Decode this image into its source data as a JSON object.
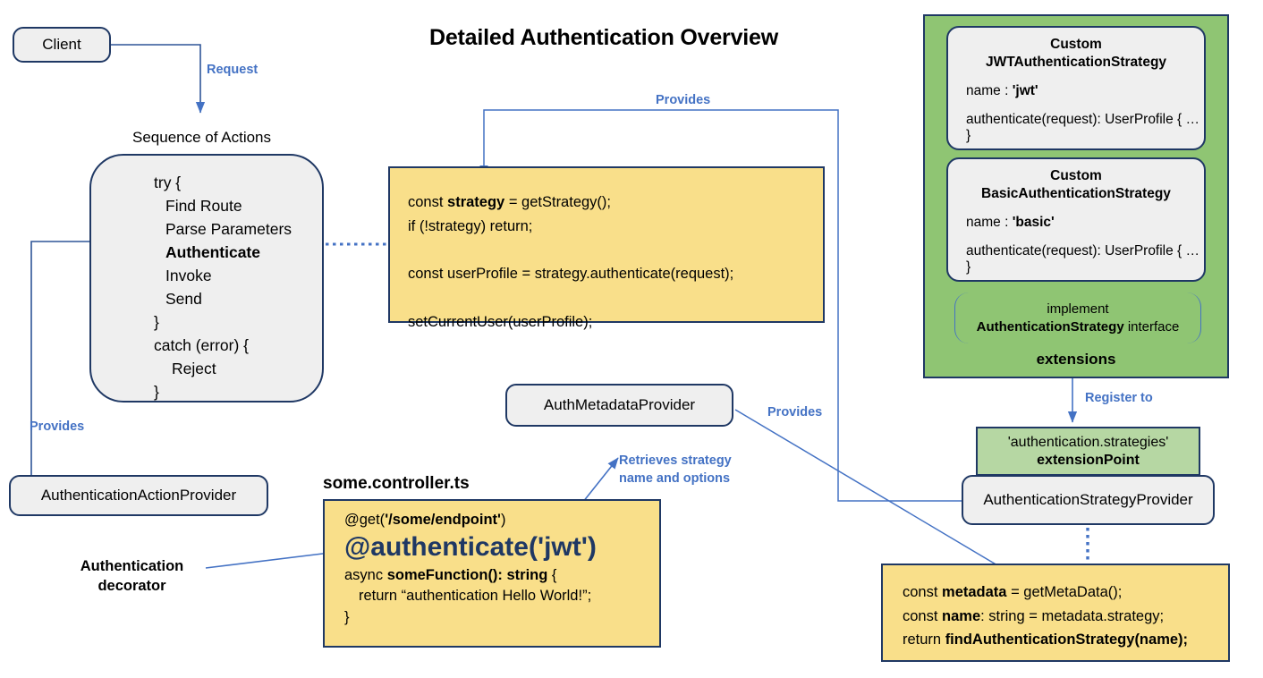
{
  "title": "Detailed Authentication Overview",
  "nodes": {
    "client": "Client",
    "sequence_label": "Sequence of Actions",
    "sequence_steps": [
      "try {",
      "Find Route",
      "Parse Parameters",
      "Authenticate",
      "Invoke",
      "Send",
      "}",
      "catch (error) {",
      "Reject",
      "}"
    ],
    "auth_action_provider": "AuthenticationActionProvider",
    "auth_metadata_provider": "AuthMetadataProvider",
    "strategy_provider": "AuthenticationStrategyProvider",
    "extension_point_name": "'authentication.strategies'",
    "extension_point_kind": "extensionPoint",
    "extensions_word": "extensions",
    "implement_line1": "implement",
    "implement_line2_bold": "AuthenticationStrategy",
    "implement_line2_rest": " interface"
  },
  "strategies": [
    {
      "title_line1": "Custom",
      "title_line2": "JWTAuthenticationStrategy",
      "name_label": "name : ",
      "name_value": "'jwt'",
      "method": "authenticate(request): UserProfile { … }"
    },
    {
      "title_line1": "Custom",
      "title_line2": "BasicAuthenticationStrategy",
      "name_label": "name : ",
      "name_value": "'basic'",
      "method": "authenticate(request): UserProfile { … }"
    }
  ],
  "code_blocks": {
    "strategy_flow": {
      "lines": [
        {
          "pre": "const ",
          "bold": "strategy",
          "post": " = getStrategy();"
        },
        {
          "pre": "if (!strategy) return;",
          "bold": "",
          "post": ""
        },
        {
          "pre": "",
          "bold": "",
          "post": ""
        },
        {
          "pre": "const userProfile = strategy.authenticate(request);",
          "bold": "",
          "post": ""
        },
        {
          "pre": "",
          "bold": "",
          "post": ""
        },
        {
          "pre": "setCurrentUser(userProfile);",
          "bold": "",
          "post": ""
        }
      ]
    },
    "controller": {
      "filename": "some.controller.ts",
      "line_get_pre": "@get(",
      "line_get_bold": "'/some/endpoint'",
      "line_get_post": ")",
      "decorator": "@authenticate('jwt')",
      "line_fn_pre": "async ",
      "line_fn_bold": "someFunction(): string",
      "line_fn_post": " {",
      "line_return": "return “authentication Hello World!”;",
      "line_close": "}"
    },
    "find_strategy": {
      "lines": [
        {
          "pre": "const ",
          "bold": "metadata",
          "post": " = getMetaData();"
        },
        {
          "pre": "const ",
          "bold": "name",
          "post": ": string = metadata.strategy;"
        },
        {
          "pre": "return ",
          "bold": "findAuthenticationStrategy(name);",
          "post": ""
        }
      ]
    }
  },
  "edge_labels": {
    "request": "Request",
    "provides_top": "Provides",
    "provides_left": "Provides",
    "provides_right": "Provides",
    "register_to": "Register to",
    "retrieves_line1": "Retrieves strategy",
    "retrieves_bold": "name",
    "retrieves_rest": " and options"
  },
  "annotations": {
    "auth_decorator_line1": "Authentication",
    "auth_decorator_line2": "decorator"
  },
  "colors": {
    "navy": "#1f3864",
    "blue_accent": "#4472c4",
    "yellow": "#f9df8a",
    "green": "#8fc573",
    "light_green": "#b6d7a3",
    "grey": "#efefef"
  }
}
